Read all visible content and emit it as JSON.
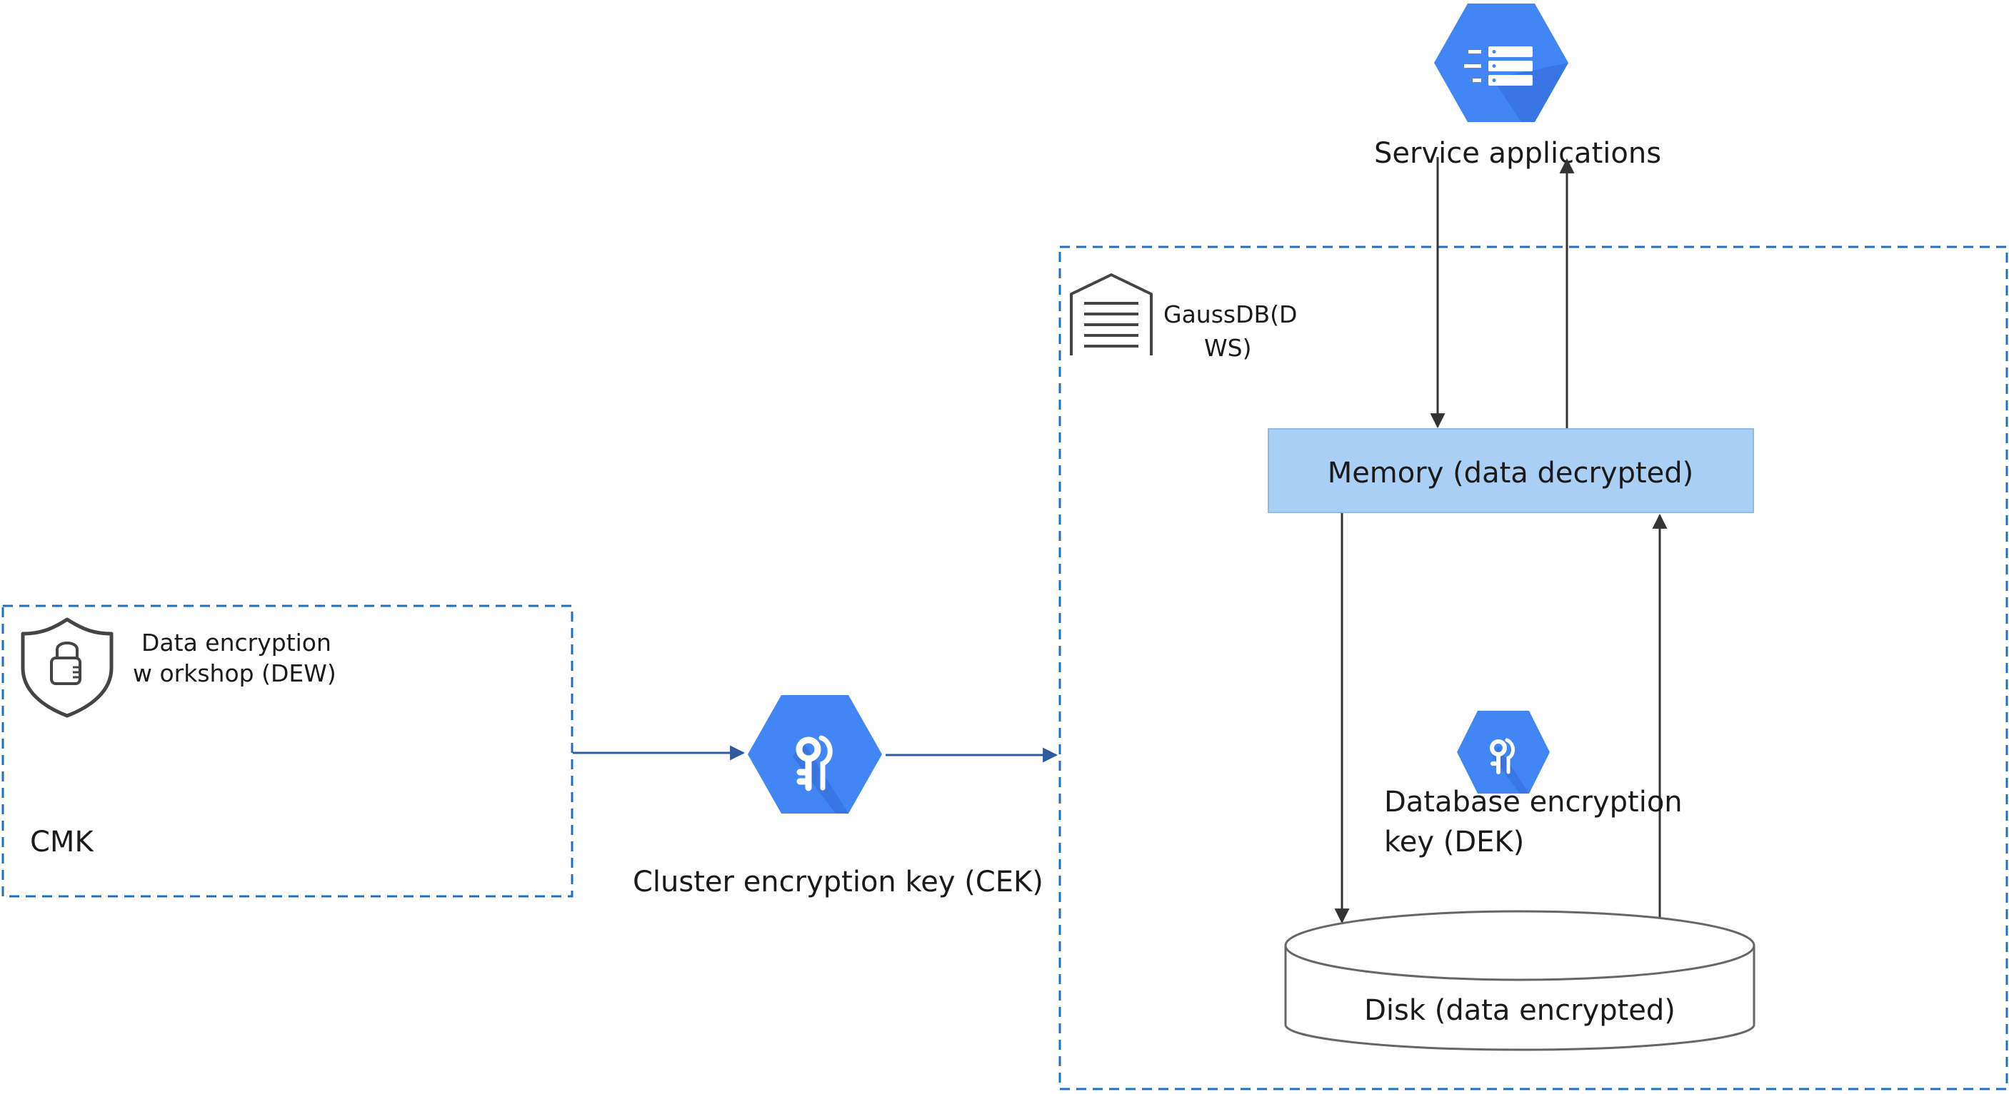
{
  "colors": {
    "accent_blue": "#4285F4",
    "accent_blue_dark": "#3367D6",
    "memory_fill": "#A9CFF5",
    "memory_stroke": "#8DB9E6",
    "dashed_border": "#1F6FC0",
    "arrow_blue": "#2E5D9F",
    "line_dark": "#333333",
    "disk_stroke": "#666666",
    "icon_outline": "#444444"
  },
  "dew": {
    "title_line1": "Data encryption",
    "title_line2": "w orkshop (DEW)",
    "cmk_label": "CMK",
    "icon": "shield-lock-icon"
  },
  "cek": {
    "label": "Cluster encryption key (CEK)",
    "icon": "key-icon"
  },
  "service": {
    "label": "Service applications",
    "icon": "server-list-icon"
  },
  "gaussdb": {
    "label_line1": "GaussDB(D",
    "label_line2": "WS)",
    "icon": "warehouse-icon"
  },
  "memory": {
    "label": "Memory (data decrypted)"
  },
  "dek": {
    "label_line1": "Database encryption",
    "label_line2": "key (DEK)",
    "icon": "key-icon"
  },
  "disk": {
    "label": "Disk (data encrypted)"
  }
}
